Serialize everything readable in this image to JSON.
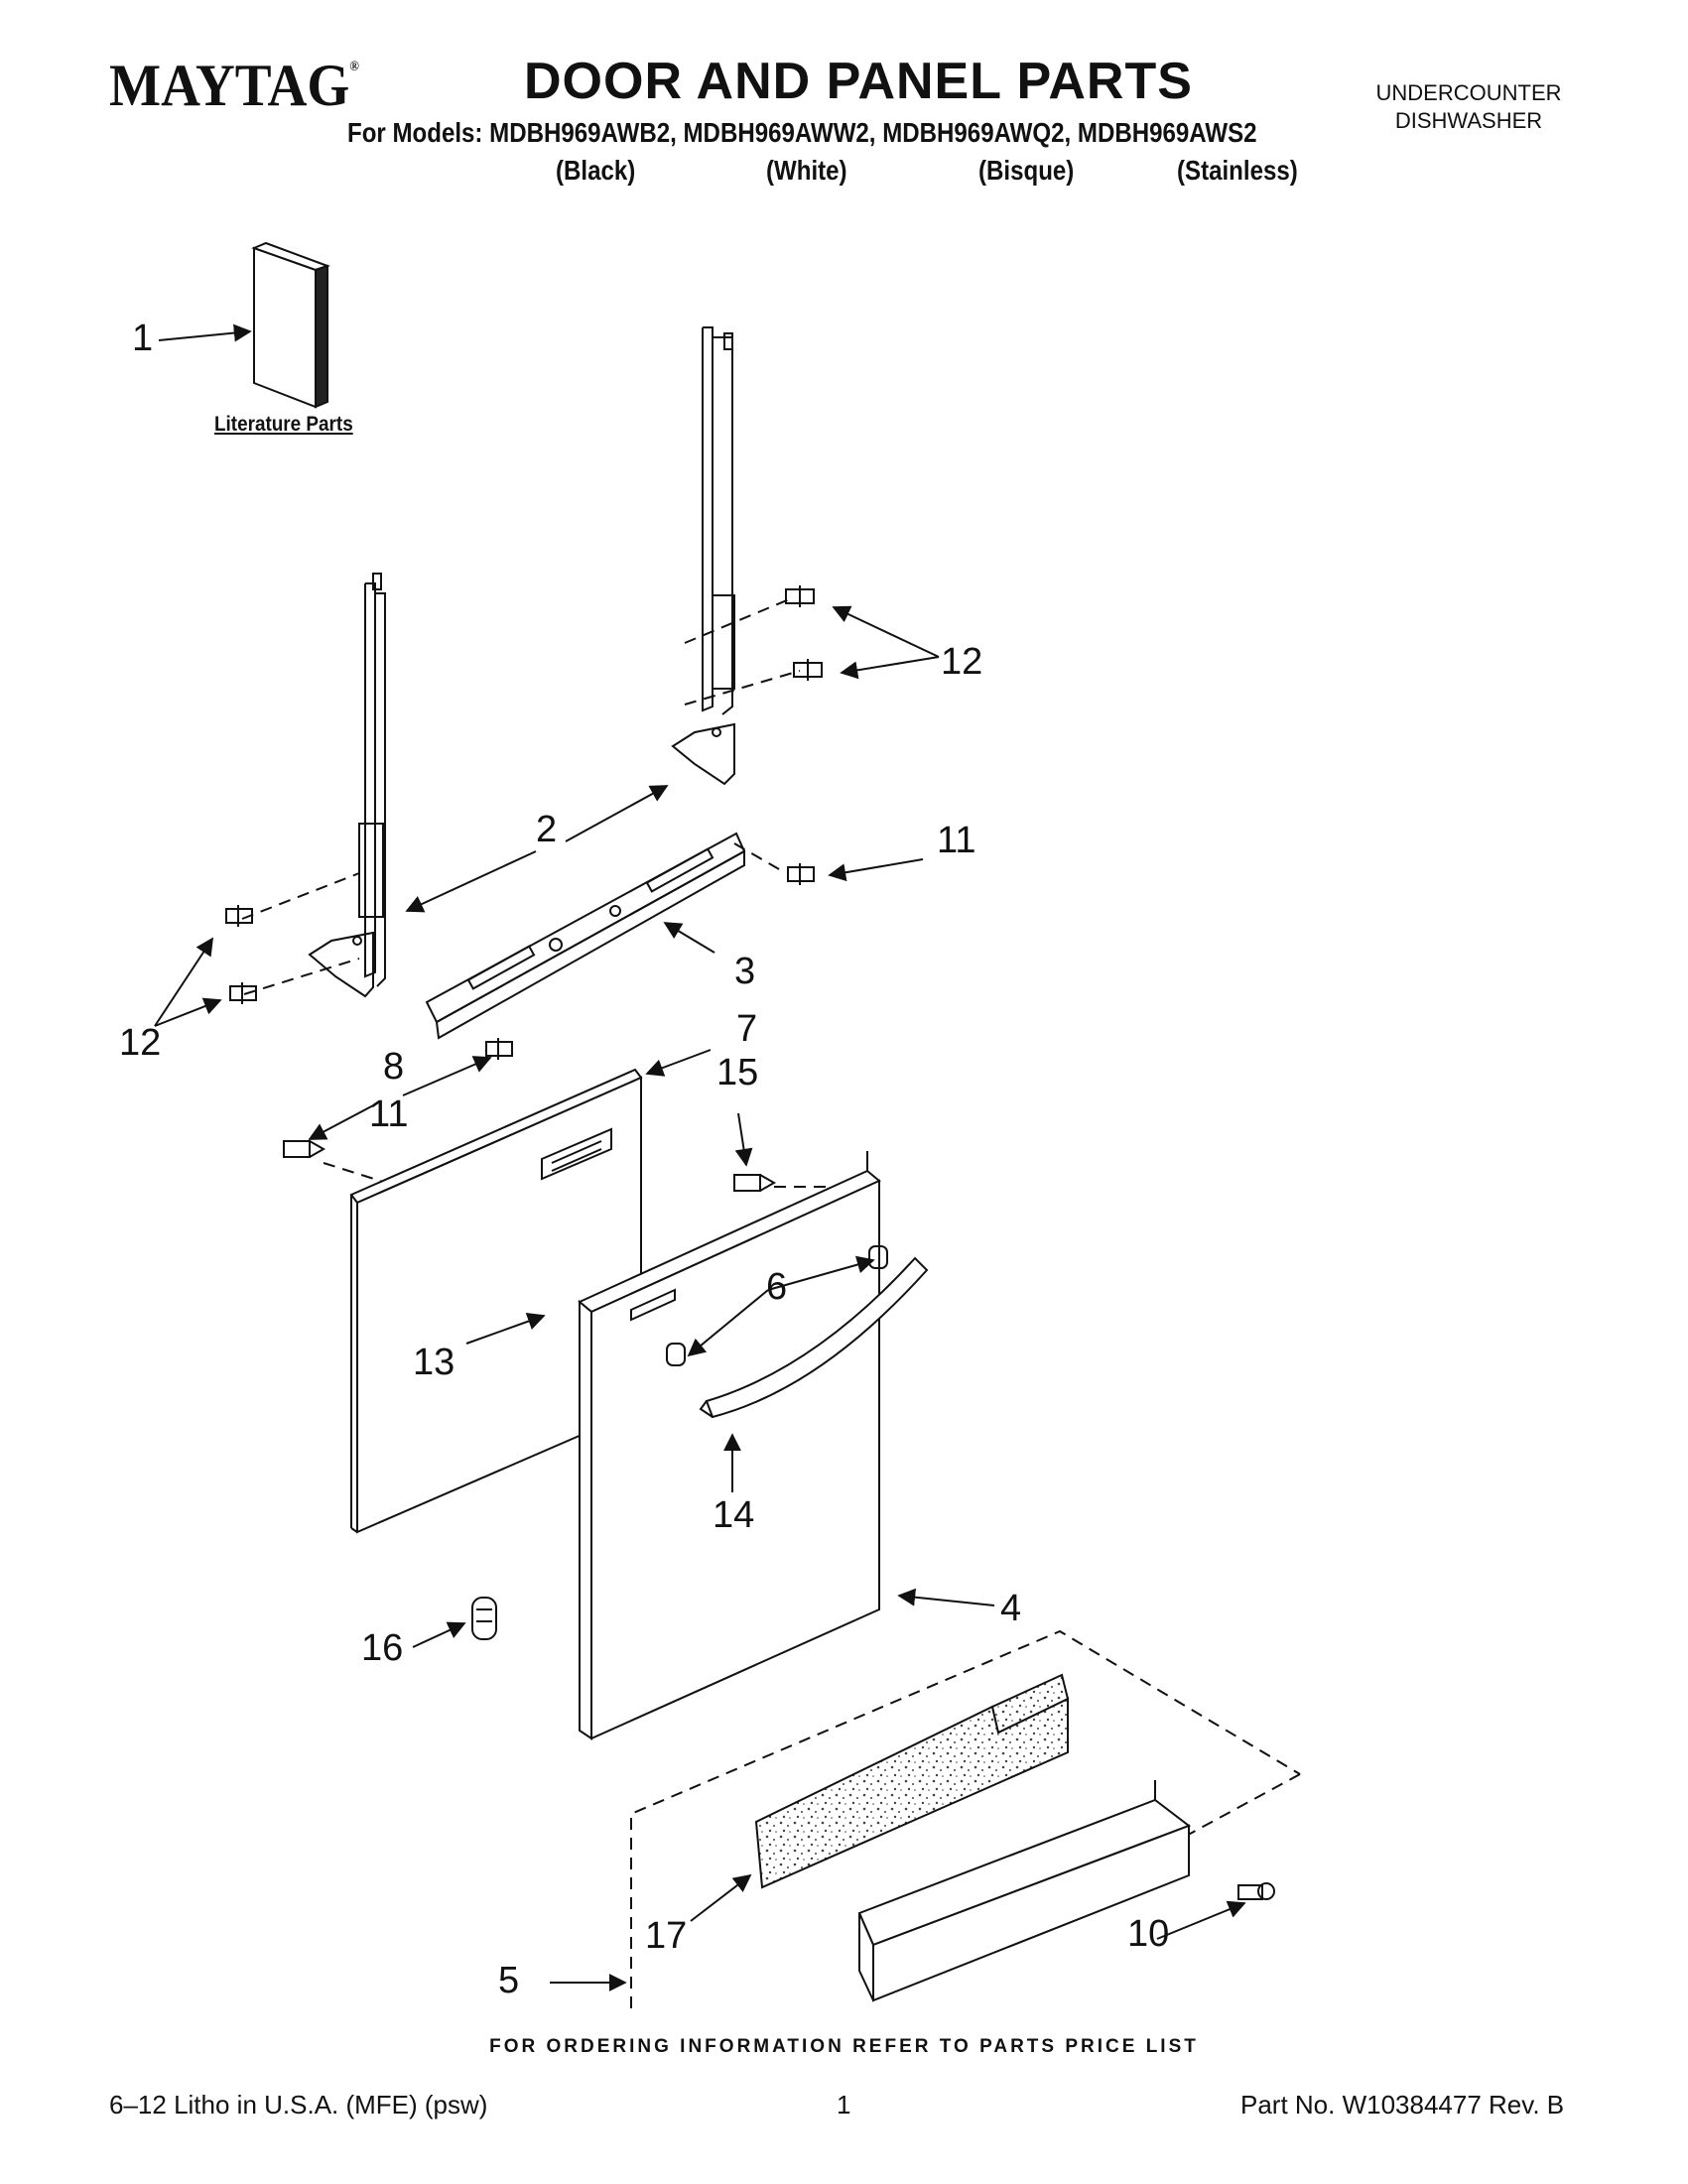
{
  "header": {
    "brand": "MAYTAG",
    "brand_mark": "®",
    "title": "DOOR AND PANEL PARTS",
    "category_line1": "UNDERCOUNTER",
    "category_line2": "DISHWASHER",
    "models": "For Models: MDBH969AWB2, MDBH969AWW2, MDBH969AWQ2, MDBH969AWS2",
    "colors": [
      "(Black)",
      "(White)",
      "(Bisque)",
      "(Stainless)"
    ]
  },
  "diagram": {
    "literature_label": "Literature Parts",
    "callouts": [
      "1",
      "2",
      "3",
      "4",
      "5",
      "6",
      "7",
      "8",
      "10",
      "11",
      "11",
      "12",
      "12",
      "13",
      "14",
      "15",
      "16",
      "17"
    ]
  },
  "footer": {
    "ordering_note": "FOR ORDERING INFORMATION REFER TO PARTS PRICE LIST",
    "litho": "6–12 Litho in U.S.A. (MFE) (psw)",
    "page_number": "1",
    "part_number": "Part No. W10384477 Rev. B"
  },
  "colors": {
    "ink": "#111111",
    "speckle": "#555555",
    "background": "#ffffff"
  }
}
